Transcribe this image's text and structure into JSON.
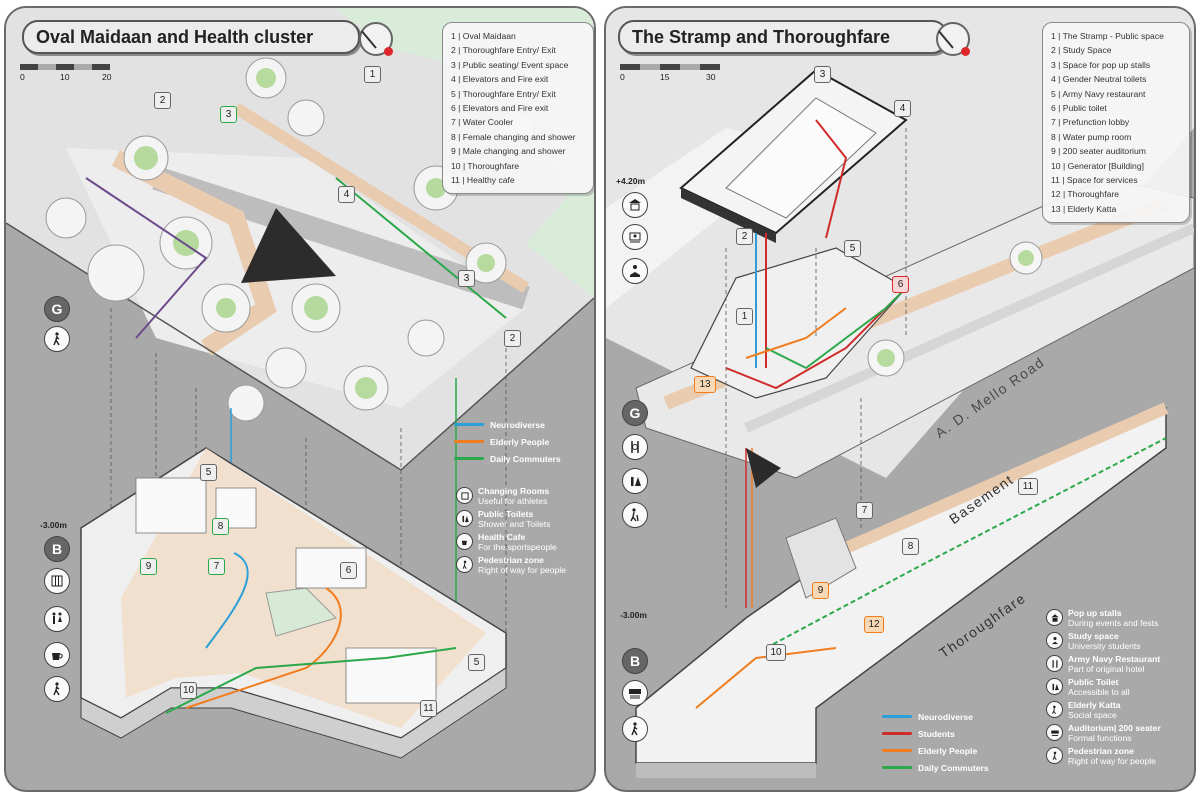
{
  "left": {
    "title": "Oval Maidaan and Health cluster",
    "scale": {
      "ticks": [
        "0",
        "10",
        "20"
      ]
    },
    "legend": [
      "1 | Oval Maidaan",
      "2 | Thoroughfare Entry/ Exit",
      "3 | Public seating/ Event space",
      "4 | Elevators and Fire exit",
      "5 | Thoroughfare Entry/ Exit",
      "6 | Elevators and Fire exit",
      "7 | Water Cooler",
      "8 | Female changing and shower",
      "9 | Male changing and shower",
      "10 | Thoroughfare",
      "11 | Healthy cafe"
    ],
    "level_label": "-3.00m",
    "level_letters": {
      "ground": "G",
      "basement": "B"
    },
    "routes": [
      {
        "label": "Neurodiverse",
        "color": "#2a9fd8"
      },
      {
        "label": "Elderly People",
        "color": "#f07d20"
      },
      {
        "label": "Daily Commuters",
        "color": "#2ba84a"
      }
    ],
    "facilities": [
      {
        "title": "Changing Rooms",
        "desc": "Useful for athletes",
        "icon": "changing-room-icon"
      },
      {
        "title": "Public Toilets",
        "desc": "Shower and Toilets",
        "icon": "toilet-icon"
      },
      {
        "title": "Health Cafe",
        "desc": "For the sportspeople",
        "icon": "coffee-icon"
      },
      {
        "title": "Pedestrian zone",
        "desc": "Right of way for people",
        "icon": "pedestrian-icon"
      }
    ],
    "tags": [
      {
        "n": "1"
      },
      {
        "n": "2"
      },
      {
        "n": "3"
      },
      {
        "n": "4"
      },
      {
        "n": "3"
      },
      {
        "n": "2"
      },
      {
        "n": "5"
      },
      {
        "n": "8"
      },
      {
        "n": "7"
      },
      {
        "n": "9"
      },
      {
        "n": "6"
      },
      {
        "n": "5"
      },
      {
        "n": "10"
      },
      {
        "n": "11"
      }
    ]
  },
  "right": {
    "title": "The Stramp and Thoroughfare",
    "scale": {
      "ticks": [
        "0",
        "15",
        "30"
      ]
    },
    "legend": [
      "1 | The Stramp - Public space",
      "2 | Study Space",
      "3 | Space for pop up stalls",
      "4 | Gender Neutral toilets",
      "5 | Army Navy restaurant",
      "6 | Public toilet",
      "7 | Prefunction lobby",
      "8 | Water pump room",
      "9 | 200 seater auditorium",
      "10 | Generator [Building]",
      "11 | Space for services",
      "12 | Thoroughfare",
      "13 | Elderly Katta"
    ],
    "level_upper": "+4.20m",
    "level_lower": "-3.00m",
    "level_letters": {
      "ground": "G",
      "basement": "B"
    },
    "road_labels": {
      "road": "A. D. Mello Road",
      "basement": "Basement",
      "thoroughfare": "Thoroughfare"
    },
    "routes": [
      {
        "label": "Neurodiverse",
        "color": "#2a9fd8"
      },
      {
        "label": "Students",
        "color": "#d02b2b"
      },
      {
        "label": "Elderly People",
        "color": "#f07d20"
      },
      {
        "label": "Daily Commuters",
        "color": "#2ba84a"
      }
    ],
    "facilities": [
      {
        "title": "Pop up stalls",
        "desc": "During events and fests",
        "icon": "stall-icon"
      },
      {
        "title": "Study space",
        "desc": "University students",
        "icon": "study-icon"
      },
      {
        "title": "Army Navy Restaurant",
        "desc": "Part of original hotel",
        "icon": "restaurant-icon"
      },
      {
        "title": "Public Toilet",
        "desc": "Accessible to all",
        "icon": "toilet-icon"
      },
      {
        "title": "Elderly Katta",
        "desc": "Social space",
        "icon": "elderly-icon"
      },
      {
        "title": "Auditorium| 200 seater",
        "desc": "Formal functions",
        "icon": "auditorium-icon"
      },
      {
        "title": "Pedestrian zone",
        "desc": "Right of way for people",
        "icon": "pedestrian-icon"
      }
    ],
    "tags": [
      {
        "n": "3"
      },
      {
        "n": "4"
      },
      {
        "n": "2"
      },
      {
        "n": "5"
      },
      {
        "n": "6"
      },
      {
        "n": "1"
      },
      {
        "n": "13"
      },
      {
        "n": "7"
      },
      {
        "n": "11"
      },
      {
        "n": "8"
      },
      {
        "n": "9"
      },
      {
        "n": "12"
      },
      {
        "n": "10"
      }
    ]
  }
}
